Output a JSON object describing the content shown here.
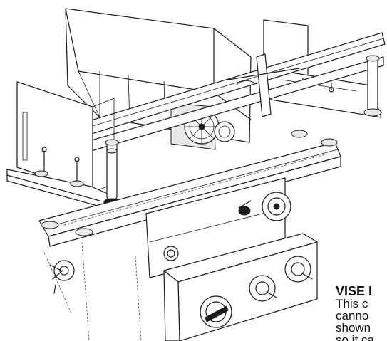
{
  "caption": {
    "title": "VISE I",
    "lines": [
      "This c",
      "canno",
      "shown",
      "so it ca"
    ]
  },
  "colors": {
    "ink": "#1a1a1a",
    "paper": "#ffffff"
  }
}
